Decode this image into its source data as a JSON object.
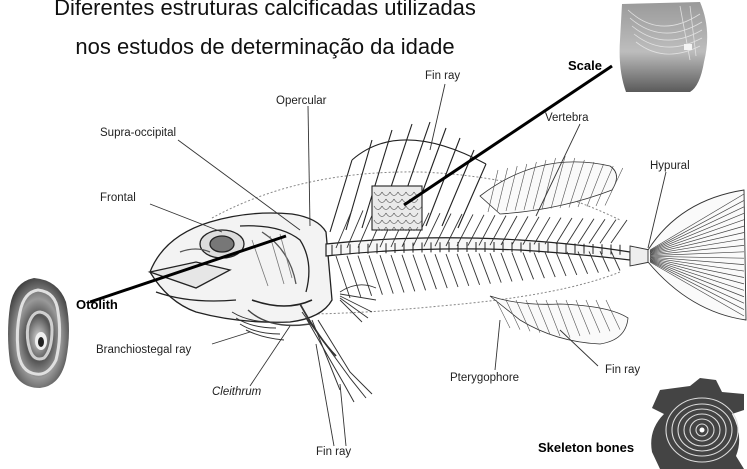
{
  "title": {
    "line1": "Diferentes estruturas calcificadas utilizadas",
    "line2": "nos estudos de determinação da idade"
  },
  "labels": {
    "fin_ray_top": "Fin ray",
    "scale": "Scale",
    "vertebra": "Vertebra",
    "supra_occipital": "Supra-occipital",
    "opercular": "Opercular",
    "hypural": "Hypural",
    "frontal": "Frontal",
    "otolith": "Otolith",
    "branchiostegal_ray": "Branchiostegal ray",
    "cleithrum": "Cleithrum",
    "fin_ray_bottom": "Fin ray",
    "pterygophore": "Pterygophore",
    "fin_ray_right": "Fin ray",
    "skeleton_bones": "Skeleton bones"
  }
}
